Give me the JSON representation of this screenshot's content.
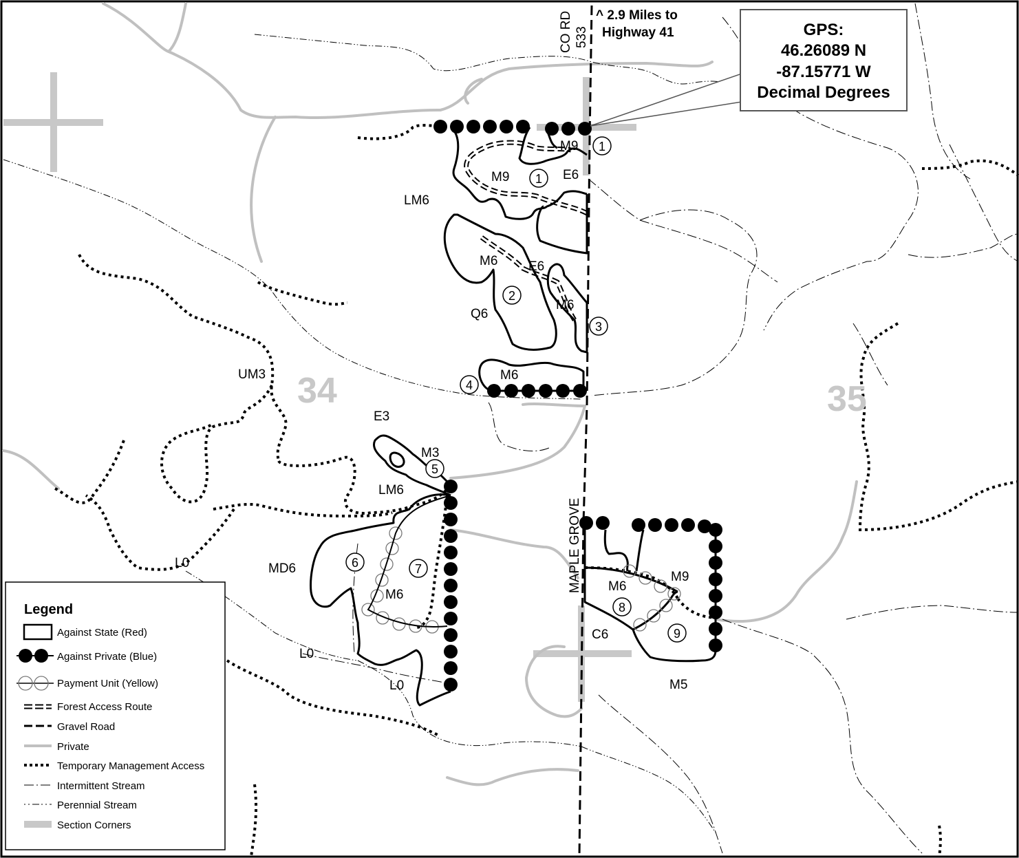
{
  "sections": {
    "s34": "34",
    "s35": "35"
  },
  "roads": {
    "co_rd": "CO RD",
    "co_rd_num": "533",
    "maple_grove": "MAPLE GROVE",
    "highway_line1": "^ 2.9 Miles to",
    "highway_line2": "Highway 41"
  },
  "gps": {
    "title": "GPS:",
    "lat": "46.26089 N",
    "lon": "-87.15771 W",
    "format": "Decimal Degrees"
  },
  "stand_labels": {
    "LM6_north": "LM6",
    "M9_north": "M9",
    "M9_small": "M9",
    "E6_north": "E6",
    "M6_mid": "M6",
    "E6_mid": "E6",
    "M6_right": "M6",
    "Q6": "Q6",
    "M6_strip": "M6",
    "UM3": "UM3",
    "E3": "E3",
    "M3": "M3",
    "LM6_south": "LM6",
    "MD6": "MD6",
    "M6_south": "M6",
    "L0_a": "L0",
    "L0_b": "L0",
    "L0_c": "L0",
    "M6_east": "M6",
    "M9_east": "M9",
    "C6": "C6",
    "M5": "M5"
  },
  "unit_numbers": [
    "1",
    "1",
    "2",
    "3",
    "4",
    "5",
    "6",
    "7",
    "8",
    "9"
  ],
  "legend": {
    "title": "Legend",
    "items": [
      "Against State (Red)",
      "Against Private (Blue)",
      "Payment Unit (Yellow)",
      "Forest Access Route",
      "Gravel Road",
      "Private",
      "Temporary Management Access",
      "Intermittent Stream",
      "Perennial Stream",
      "Section Corners"
    ]
  },
  "colors": {
    "private_road": "#c0c0c0",
    "section_corner": "#c8c8c8",
    "line": "#000000"
  }
}
